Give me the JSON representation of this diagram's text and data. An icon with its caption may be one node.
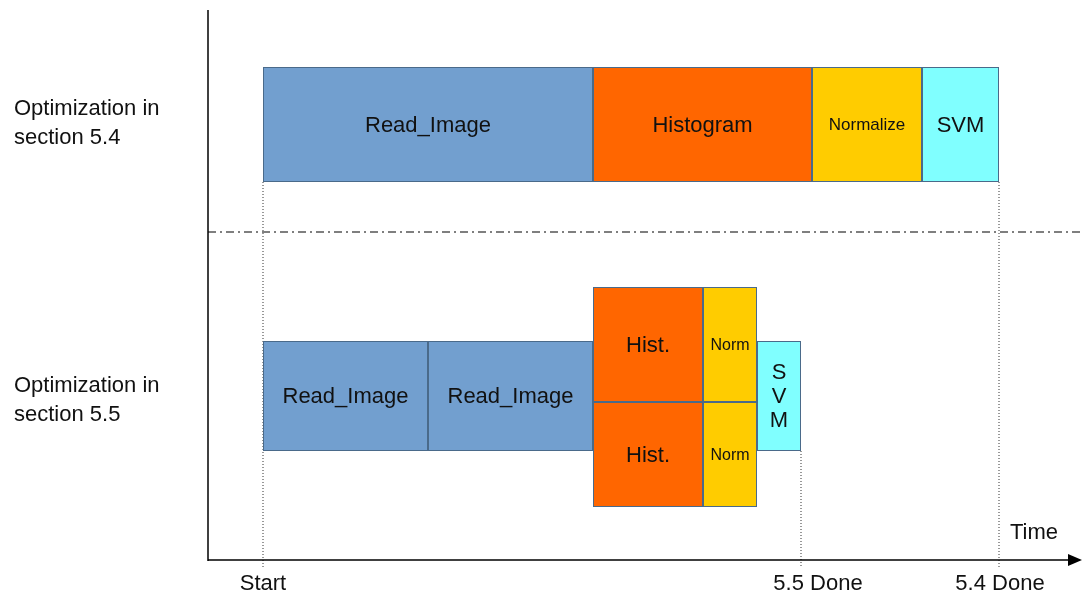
{
  "diagram": {
    "nodes": [
      {
        "text": [
          "Read_Image"
        ]
      },
      {
        "text": [
          "Histogram"
        ]
      },
      {
        "text": [
          "Normalize"
        ]
      },
      {
        "text": [
          "SVM"
        ]
      },
      {
        "text": [
          "Read_Image"
        ]
      },
      {
        "text": [
          "Read_Image"
        ]
      },
      {
        "text": [
          "Hist."
        ]
      },
      {
        "text": [
          "Norm"
        ]
      },
      {
        "text": [
          "Hist."
        ]
      },
      {
        "text": [
          "Norm"
        ]
      },
      {
        "text": [
          "SVM"
        ]
      },
      {
        "text": [
          "Start"
        ]
      },
      {
        "text": [
          "5.5 Done"
        ]
      },
      {
        "text": [
          "5.4 Done"
        ]
      }
    ],
    "edges": [
      {
        "from": 0,
        "to": 11,
        "arrow": "none",
        "style": "dashed"
      },
      {
        "from": 10,
        "to": 12,
        "arrow": "none",
        "style": "dashed"
      },
      {
        "from": 3,
        "to": 13,
        "arrow": "none",
        "style": "dashed"
      }
    ],
    "labels": [
      "Optimization in section 5.4",
      "Optimization in section 5.5",
      "Time"
    ]
  }
}
